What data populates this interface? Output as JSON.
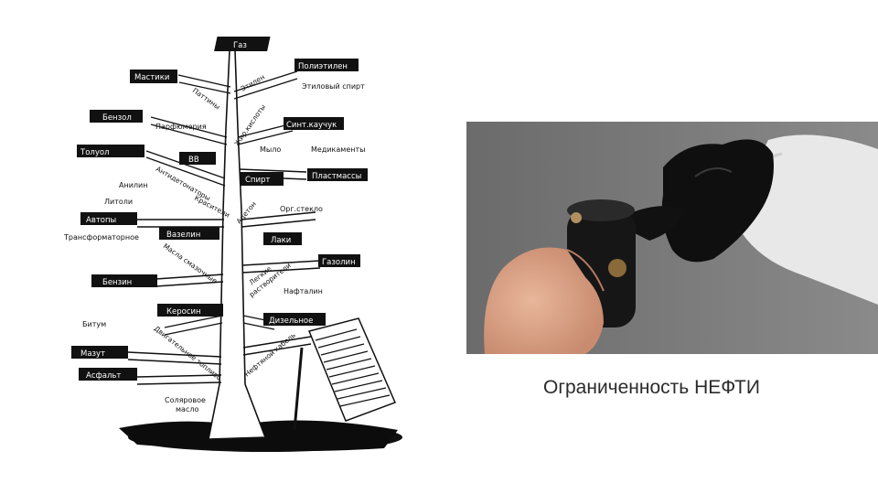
{
  "caption": "Ограниченность НЕФТИ",
  "tree": {
    "dark_labels": {
      "gaz": "Газ",
      "polietilen": "Полиэтилен",
      "mastiki": "Мастики",
      "benzol": "Бензол",
      "sintkauchuk": "Синт.каучук",
      "toluol": "Толуол",
      "vv": "ВВ",
      "spirt": "Спирт",
      "plastmassy": "Пластмассы",
      "avtopy": "Автопы",
      "vazelin": "Вазелин",
      "laki": "Лаки",
      "gazolin": "Газолин",
      "benzin": "Бензин",
      "kerosin": "Керосин",
      "dizelnoe": "Дизельное",
      "mazut": "Мазут",
      "asfalt": "Асфальт"
    },
    "plain_labels": {
      "etilovy_spirt": "Этиловый спирт",
      "parfyumeriya": "Парфюмерия",
      "mylo": "Мыло",
      "medikamenty": "Медикаменты",
      "anilin": "Анилин",
      "lipoli": "Литоли",
      "org_steklo": "Орг.стекло",
      "transformatornoe": "Трансформаторное",
      "naftalin": "Нафталин",
      "bitum": "Битум",
      "solyarovoe_maslo": [
        "Соляровое",
        "масло"
      ]
    },
    "branch_labels": {
      "etilen": "Этилен",
      "pattiny": "Паттины",
      "zhir_kisloty": "Жир.кислоты",
      "antidetonatory": "Антидетонаторы",
      "krasiteli": "Красители",
      "aceton": "Ацетон",
      "masla_smazochnye": "Масла смазочные",
      "legkie_rastvoriteli": [
        "Легкие",
        "растворители"
      ],
      "dvigatelnoe_toplivo": "Двигательное топливо",
      "neftyanoi_kabel": "Нефтяной кабель"
    }
  }
}
